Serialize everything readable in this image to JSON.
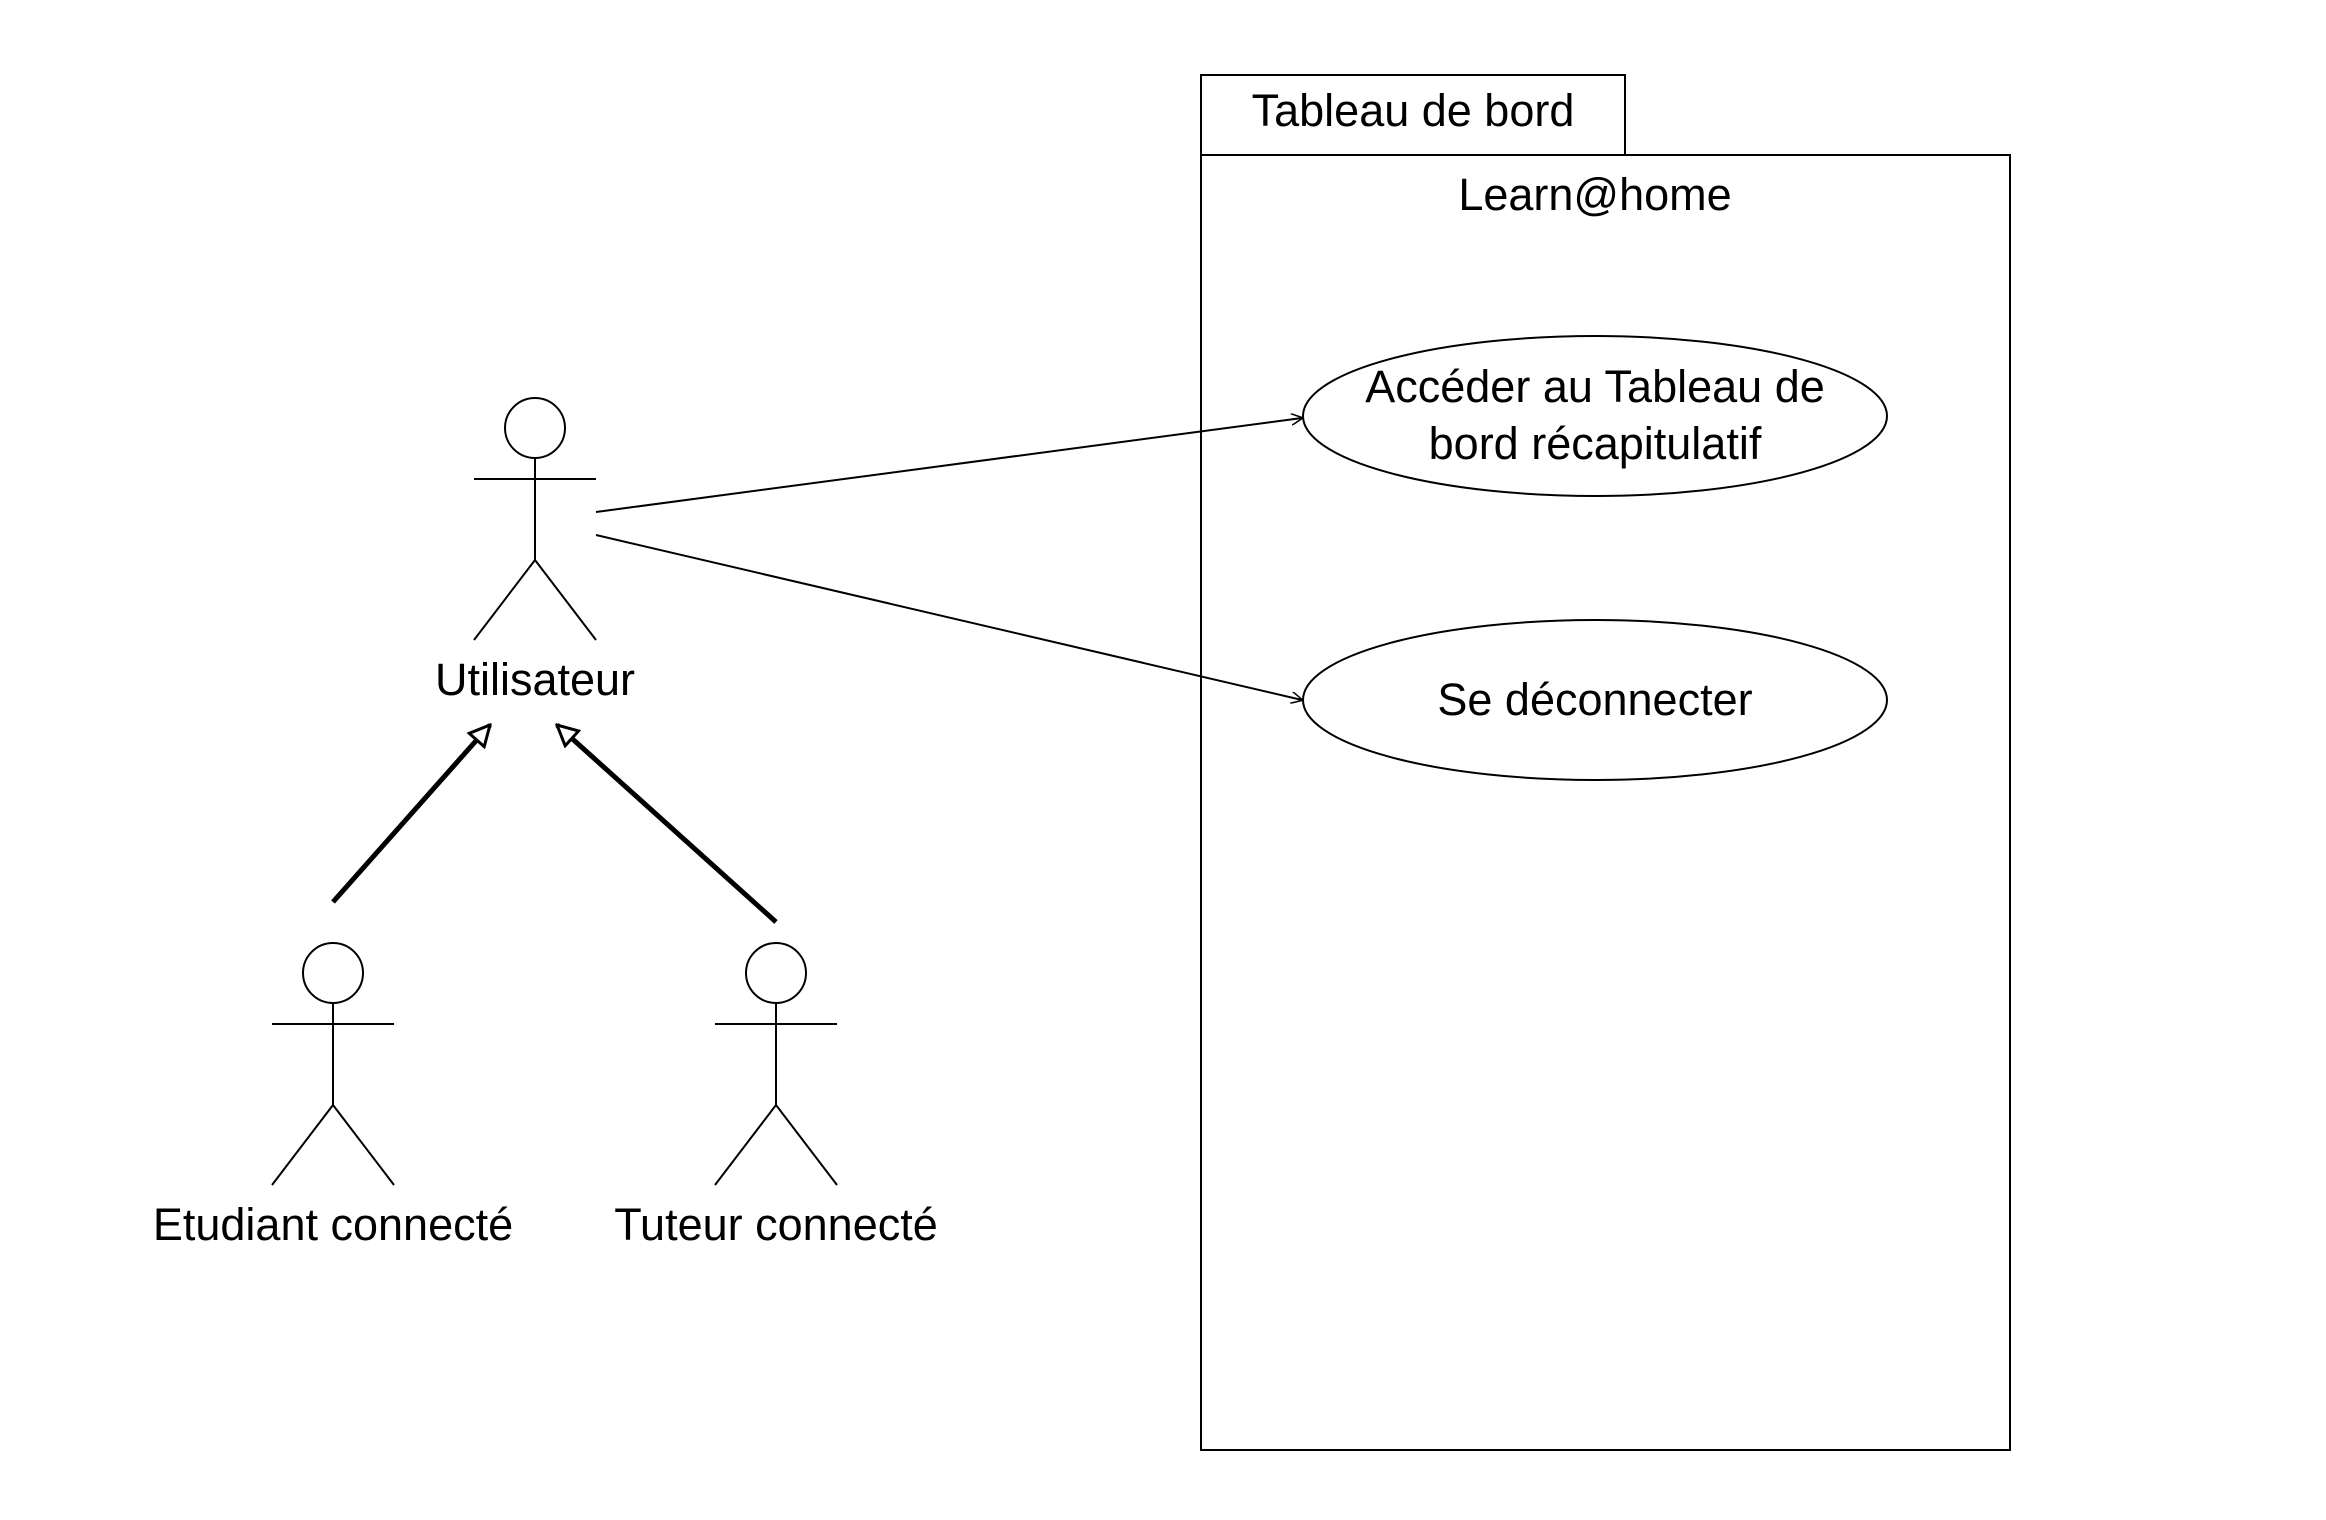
{
  "package": {
    "tab_label": "Tableau de bord",
    "system_name": "Learn@home"
  },
  "use_cases": [
    {
      "line1": "Accéder au Tableau de",
      "line2": "bord récapitulatif"
    },
    {
      "line1": "Se déconnecter"
    }
  ],
  "actors": {
    "parent": "Utilisateur",
    "children": [
      "Etudiant connecté",
      "Tuteur connecté"
    ]
  },
  "relations": {
    "associations": [
      {
        "from": "Utilisateur",
        "to": "Accéder au Tableau de bord récapitulatif"
      },
      {
        "from": "Utilisateur",
        "to": "Se déconnecter"
      }
    ],
    "generalizations": [
      {
        "from": "Etudiant connecté",
        "to": "Utilisateur"
      },
      {
        "from": "Tuteur connecté",
        "to": "Utilisateur"
      }
    ]
  },
  "colors": {
    "stroke": "#000000",
    "background": "#ffffff"
  }
}
